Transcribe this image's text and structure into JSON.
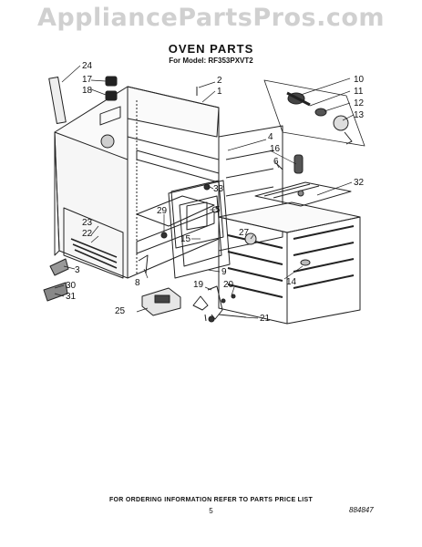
{
  "watermark": "AppliancePartsPros.com",
  "title": "OVEN PARTS",
  "model": "For Model: RF353PXVT2",
  "ordering_note": "FOR ORDERING INFORMATION REFER TO PARTS PRICE LIST",
  "page_number": "5",
  "diagram_code": "884847",
  "callouts": [
    "1",
    "2",
    "3",
    "4",
    "5",
    "6",
    "8",
    "9",
    "10",
    "11",
    "12",
    "13",
    "14",
    "15",
    "16",
    "17",
    "18",
    "19",
    "20",
    "21",
    "22",
    "23",
    "24",
    "25",
    "27",
    "29",
    "30",
    "31",
    "32",
    "33"
  ]
}
